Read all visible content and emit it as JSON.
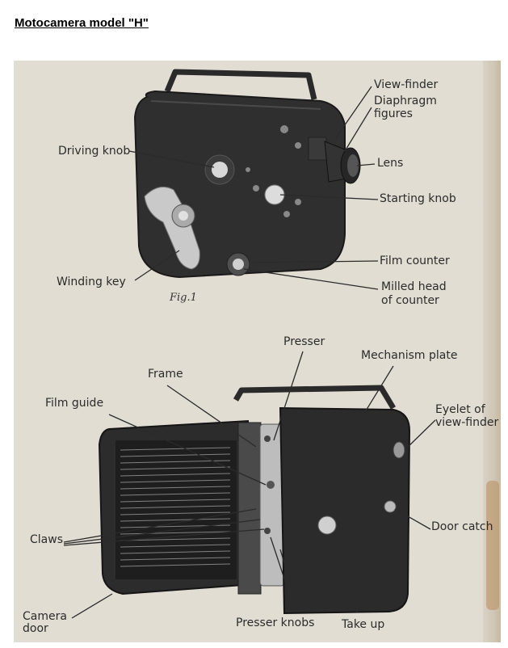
{
  "document": {
    "title": "Motocamera model \"H\""
  },
  "figure1": {
    "caption": "Fig.1",
    "labels": {
      "view_finder": "View-finder",
      "diaphragm_figures": "Diaphragm\nfigures",
      "lens": "Lens",
      "driving_knob": "Driving knob",
      "starting_knob": "Starting knob",
      "film_counter": "Film counter",
      "winding_key": "Winding key",
      "milled_head": "Milled head\nof counter"
    }
  },
  "figure2": {
    "labels": {
      "presser": "Presser",
      "mechanism_plate": "Mechanism plate",
      "frame": "Frame",
      "film_guide": "Film guide",
      "eyelet": "Eyelet of\nview-finder",
      "claws": "Claws",
      "door_catch": "Door catch",
      "camera_door": "Camera\ndoor",
      "presser_knobs": "Presser knobs",
      "take_up": "Take up"
    }
  }
}
